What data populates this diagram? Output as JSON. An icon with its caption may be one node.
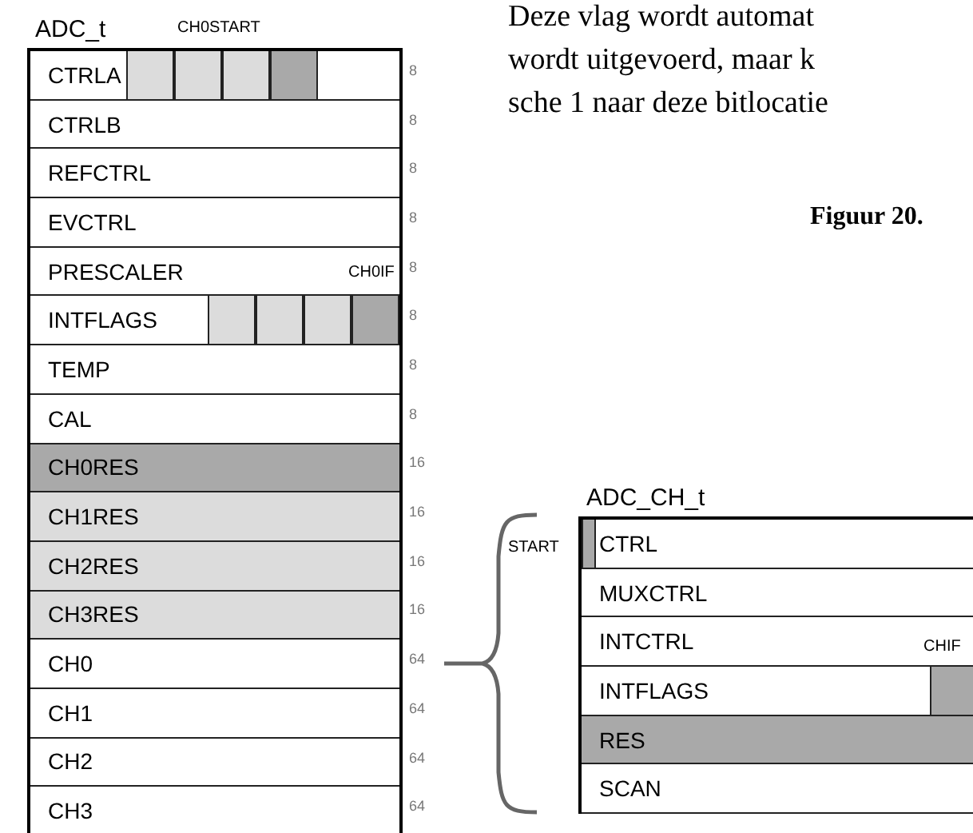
{
  "diagram": {
    "nodes": [
      {
        "text": [
          "ADC_t"
        ]
      },
      {
        "text": [
          "CTRLA"
        ],
        "in": 0,
        "beside": [
          "8"
        ]
      },
      {
        "text": [
          "CTRLB"
        ],
        "in": 0,
        "beside": [
          "8"
        ]
      },
      {
        "text": [
          "REFCTRL"
        ],
        "in": 0,
        "beside": [
          "8"
        ]
      },
      {
        "text": [
          "EVCTRL"
        ],
        "in": 0,
        "beside": [
          "8"
        ]
      },
      {
        "text": [
          "PRESCALER"
        ],
        "in": 0,
        "beside": [
          "8"
        ]
      },
      {
        "text": [
          "INTFLAGS"
        ],
        "in": 0,
        "beside": [
          "8"
        ]
      },
      {
        "text": [
          "TEMP"
        ],
        "in": 0,
        "beside": [
          "8"
        ]
      },
      {
        "text": [
          "CAL"
        ],
        "in": 0,
        "beside": [
          "8"
        ]
      },
      {
        "text": [
          "CH0RES"
        ],
        "in": 0,
        "beside": [
          "16"
        ]
      },
      {
        "text": [
          "CH1RES"
        ],
        "in": 0,
        "beside": [
          "16"
        ]
      },
      {
        "text": [
          "CH2RES"
        ],
        "in": 0,
        "beside": [
          "16"
        ]
      },
      {
        "text": [
          "CH3RES"
        ],
        "in": 0,
        "beside": [
          "16"
        ]
      },
      {
        "text": [
          "CH0"
        ],
        "in": 0,
        "beside": [
          "64"
        ]
      },
      {
        "text": [
          "CH1"
        ],
        "in": 0,
        "beside": [
          "64"
        ]
      },
      {
        "text": [
          "CH2"
        ],
        "in": 0,
        "beside": [
          "64"
        ]
      },
      {
        "text": [
          "CH3"
        ],
        "in": 0,
        "beside": [
          "64"
        ]
      },
      {
        "text": [
          "ADC_CH_t"
        ]
      },
      {
        "text": [
          "CTRL"
        ],
        "in": 17
      },
      {
        "text": [
          "MUXCTRL"
        ],
        "in": 17
      },
      {
        "text": [
          "INTCTRL"
        ],
        "in": 17
      },
      {
        "text": [
          "INTFLAGS"
        ],
        "in": 17
      },
      {
        "text": [
          "RES"
        ],
        "in": 17
      },
      {
        "text": [
          "SCAN"
        ],
        "in": 17
      }
    ],
    "labels": [
      "Deze vlag wordt automat",
      "wordt uitgevoerd, maar k",
      "sche 1 naar deze bitlocatie",
      "Figuur 20.",
      "CH0START",
      "CH0IF",
      "START",
      "CHIF"
    ]
  }
}
